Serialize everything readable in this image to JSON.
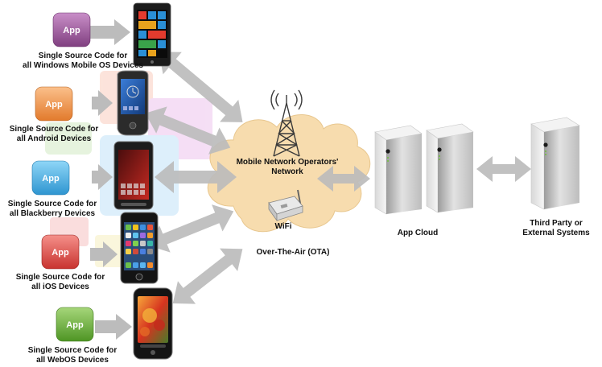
{
  "platforms": [
    {
      "app_label": "App",
      "caption_line1": "Single Source Code for",
      "caption_line2": "all Windows Mobile OS Devices",
      "device": "windows-phone",
      "app_color": "#9b4f9a"
    },
    {
      "app_label": "App",
      "caption_line1": "Single Source Code for",
      "caption_line2": "all Android Devices",
      "device": "android-phone",
      "app_color": "#f0944a"
    },
    {
      "app_label": "App",
      "caption_line1": "Single Source Code for",
      "caption_line2": "all Blackberry Devices",
      "device": "blackberry-phone",
      "app_color": "#4bb3e6"
    },
    {
      "app_label": "App",
      "caption_line1": "Single Source Code for",
      "caption_line2": "all iOS Devices",
      "device": "iphone",
      "app_color": "#e1504a"
    },
    {
      "app_label": "App",
      "caption_line1": "Single Source Code for",
      "caption_line2": "all WebOS Devices",
      "device": "webos-phone",
      "app_color": "#6fb23e"
    }
  ],
  "network": {
    "label_line1": "Mobile Network Operators'",
    "label_line2": "Network",
    "wifi_label": "WiFi",
    "ota_label": "Over-The-Air (OTA)",
    "cloud_color": "#f7dcae",
    "icons": [
      "cell-tower-icon",
      "wifi-router-icon"
    ]
  },
  "servers": {
    "app_cloud_label": "App Cloud",
    "third_party_line1": "Third Party or",
    "third_party_line2": "External Systems",
    "icons": [
      "server-icon"
    ]
  },
  "colors": {
    "arrow": "#b9b9b9",
    "text": "#111111"
  }
}
